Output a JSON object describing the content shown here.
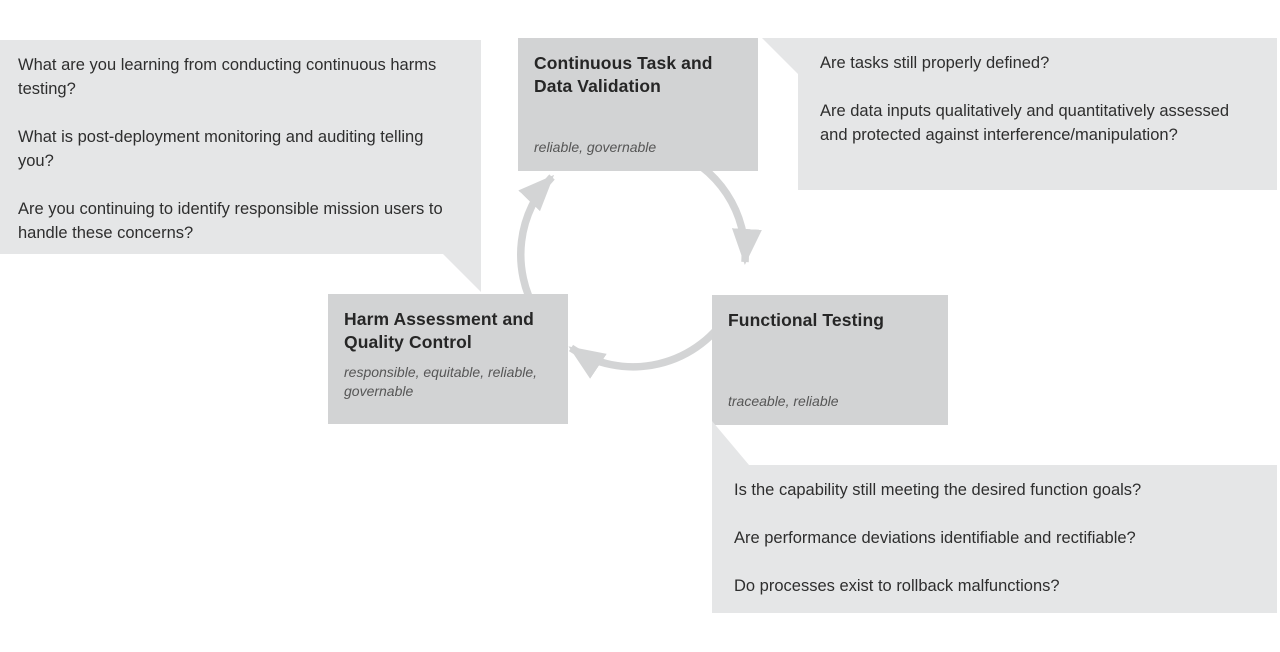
{
  "diagram": {
    "colors": {
      "callout_bg": "#e5e6e7",
      "node_bg": "#d2d3d4",
      "arrow": "#d3d4d5",
      "title_text": "#262626",
      "question_text": "#2e2e2e",
      "descriptor_text": "#565656"
    },
    "nodes": [
      {
        "title": "Continuous Task and Data Validation",
        "descriptor": "reliable, governable"
      },
      {
        "title": "Harm Assessment and Quality Control",
        "descriptor": "responsible, equitable, reliable, governable"
      },
      {
        "title": "Functional Testing",
        "descriptor": "traceable, reliable"
      }
    ],
    "callouts": [
      {
        "questions": [
          "What are you learning from conducting continuous harms testing?",
          "What is post-deployment monitoring and auditing telling you?",
          "Are you continuing to identify responsible mission users to handle these concerns?"
        ]
      },
      {
        "questions": [
          "Are tasks still properly defined?",
          "Are data inputs qualitatively and  quantitatively assessed and protected against interference/manipulation?"
        ]
      },
      {
        "questions": [
          "Is the capability still meeting the desired function goals?",
          "Are performance deviations identifiable and rectifiable?",
          "Do processes exist to rollback malfunctions?"
        ]
      }
    ]
  }
}
